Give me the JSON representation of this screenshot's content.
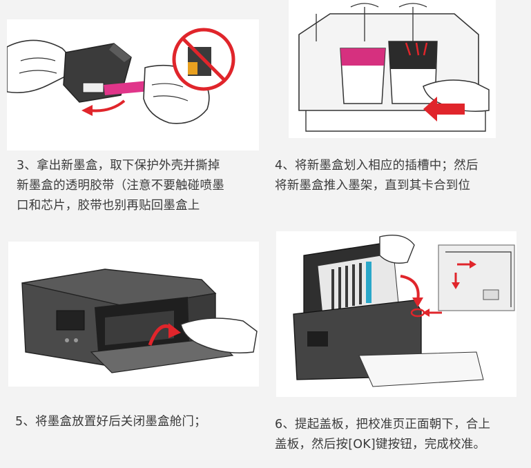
{
  "steps": [
    {
      "number": "3",
      "lines": [
        "3、拿出新墨盒，取下保护外壳并撕掉",
        "新墨盒的透明胶带（注意不要触碰喷墨",
        "口和芯片，胶带也别再贴回墨盒上"
      ]
    },
    {
      "number": "4",
      "lines": [
        "4、将新墨盒划入相应的插槽中；然后",
        "将新墨盒推入墨架，直到其卡合到位"
      ]
    },
    {
      "number": "5",
      "lines": [
        "5、将墨盒放置好后关闭墨盒舱门；"
      ]
    },
    {
      "number": "6",
      "lines": [
        "6、提起盖板，把校准页正面朝下，合上",
        "盖板，然后按[OK]键按钮，完成校准。"
      ]
    }
  ],
  "colors": {
    "background": "#f3f3f3",
    "panel": "#ffffff",
    "accent_red": "#e0252b",
    "magenta_tape": "#e0358a",
    "printer_body": "#4a4a4a"
  }
}
